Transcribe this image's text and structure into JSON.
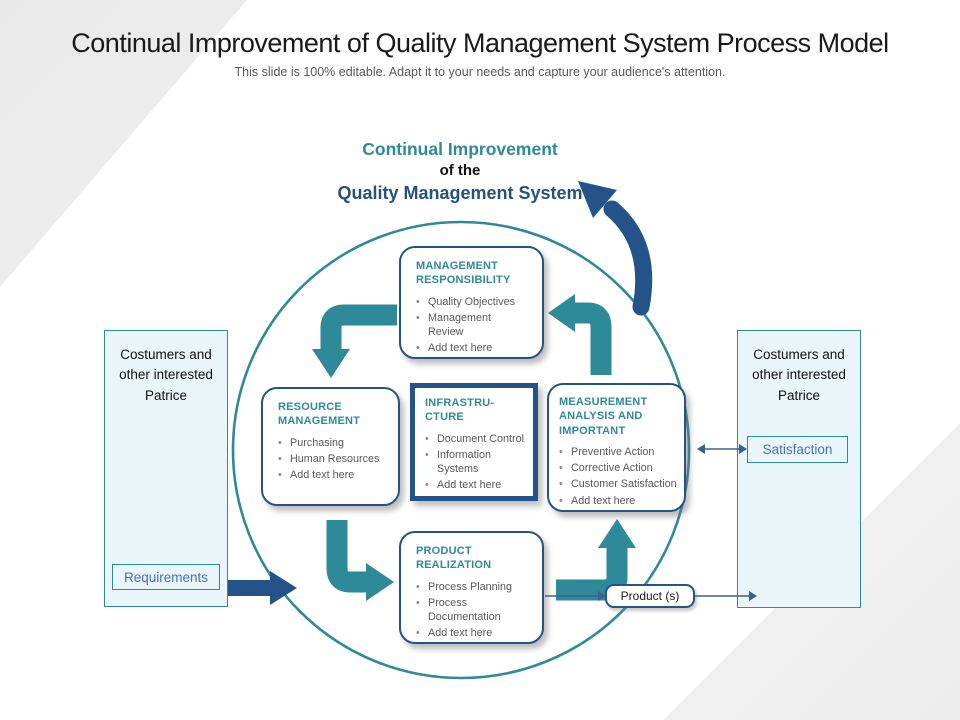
{
  "slide": {
    "title": "Continual Improvement of Quality Management System Process Model",
    "subtitle": "This slide is 100% editable. Adapt it to your needs and capture your audience's attention."
  },
  "center_heading": {
    "line1": "Continual Improvement",
    "line2": "of the",
    "line3": "Quality Management System"
  },
  "process_boxes": {
    "management_responsibility": {
      "title": "MANAGEMENT RESPONSIBILITY",
      "bullets": [
        "Quality Objectives",
        "Management Review",
        "Add text here"
      ]
    },
    "resource_management": {
      "title": "RESOURCE MANAGEMENT",
      "bullets": [
        "Purchasing",
        "Human Resources",
        "Add text here"
      ]
    },
    "infrastructure": {
      "title": "INFRASTRU-CTURE",
      "bullets": [
        "Document Control",
        "Information Systems",
        "Add text here"
      ]
    },
    "measurement_analysis": {
      "title": "MEASUREMENT ANALYSIS AND IMPORTANT",
      "bullets": [
        "Preventive Action",
        "Corrective Action",
        "Customer Satisfaction",
        "Add text here"
      ]
    },
    "product_realization": {
      "title": "PRODUCT REALIZATION",
      "bullets": [
        "Process Planning",
        "Process Documentation",
        "Add text here"
      ]
    }
  },
  "left_panel": {
    "label": "Costumers and other interested Patrice",
    "tag": "Requirements"
  },
  "right_panel": {
    "label": "Costumers and other interested Patrice",
    "tag": "Satisfaction"
  },
  "product_chip": "Product (s)",
  "colors": {
    "teal": "#2e8a99",
    "blue": "#24538a",
    "heading_blue": "#24527c",
    "panel_bg": "#e9f5f8",
    "text_gray": "#595959",
    "btn_blue": "#4472c4"
  }
}
